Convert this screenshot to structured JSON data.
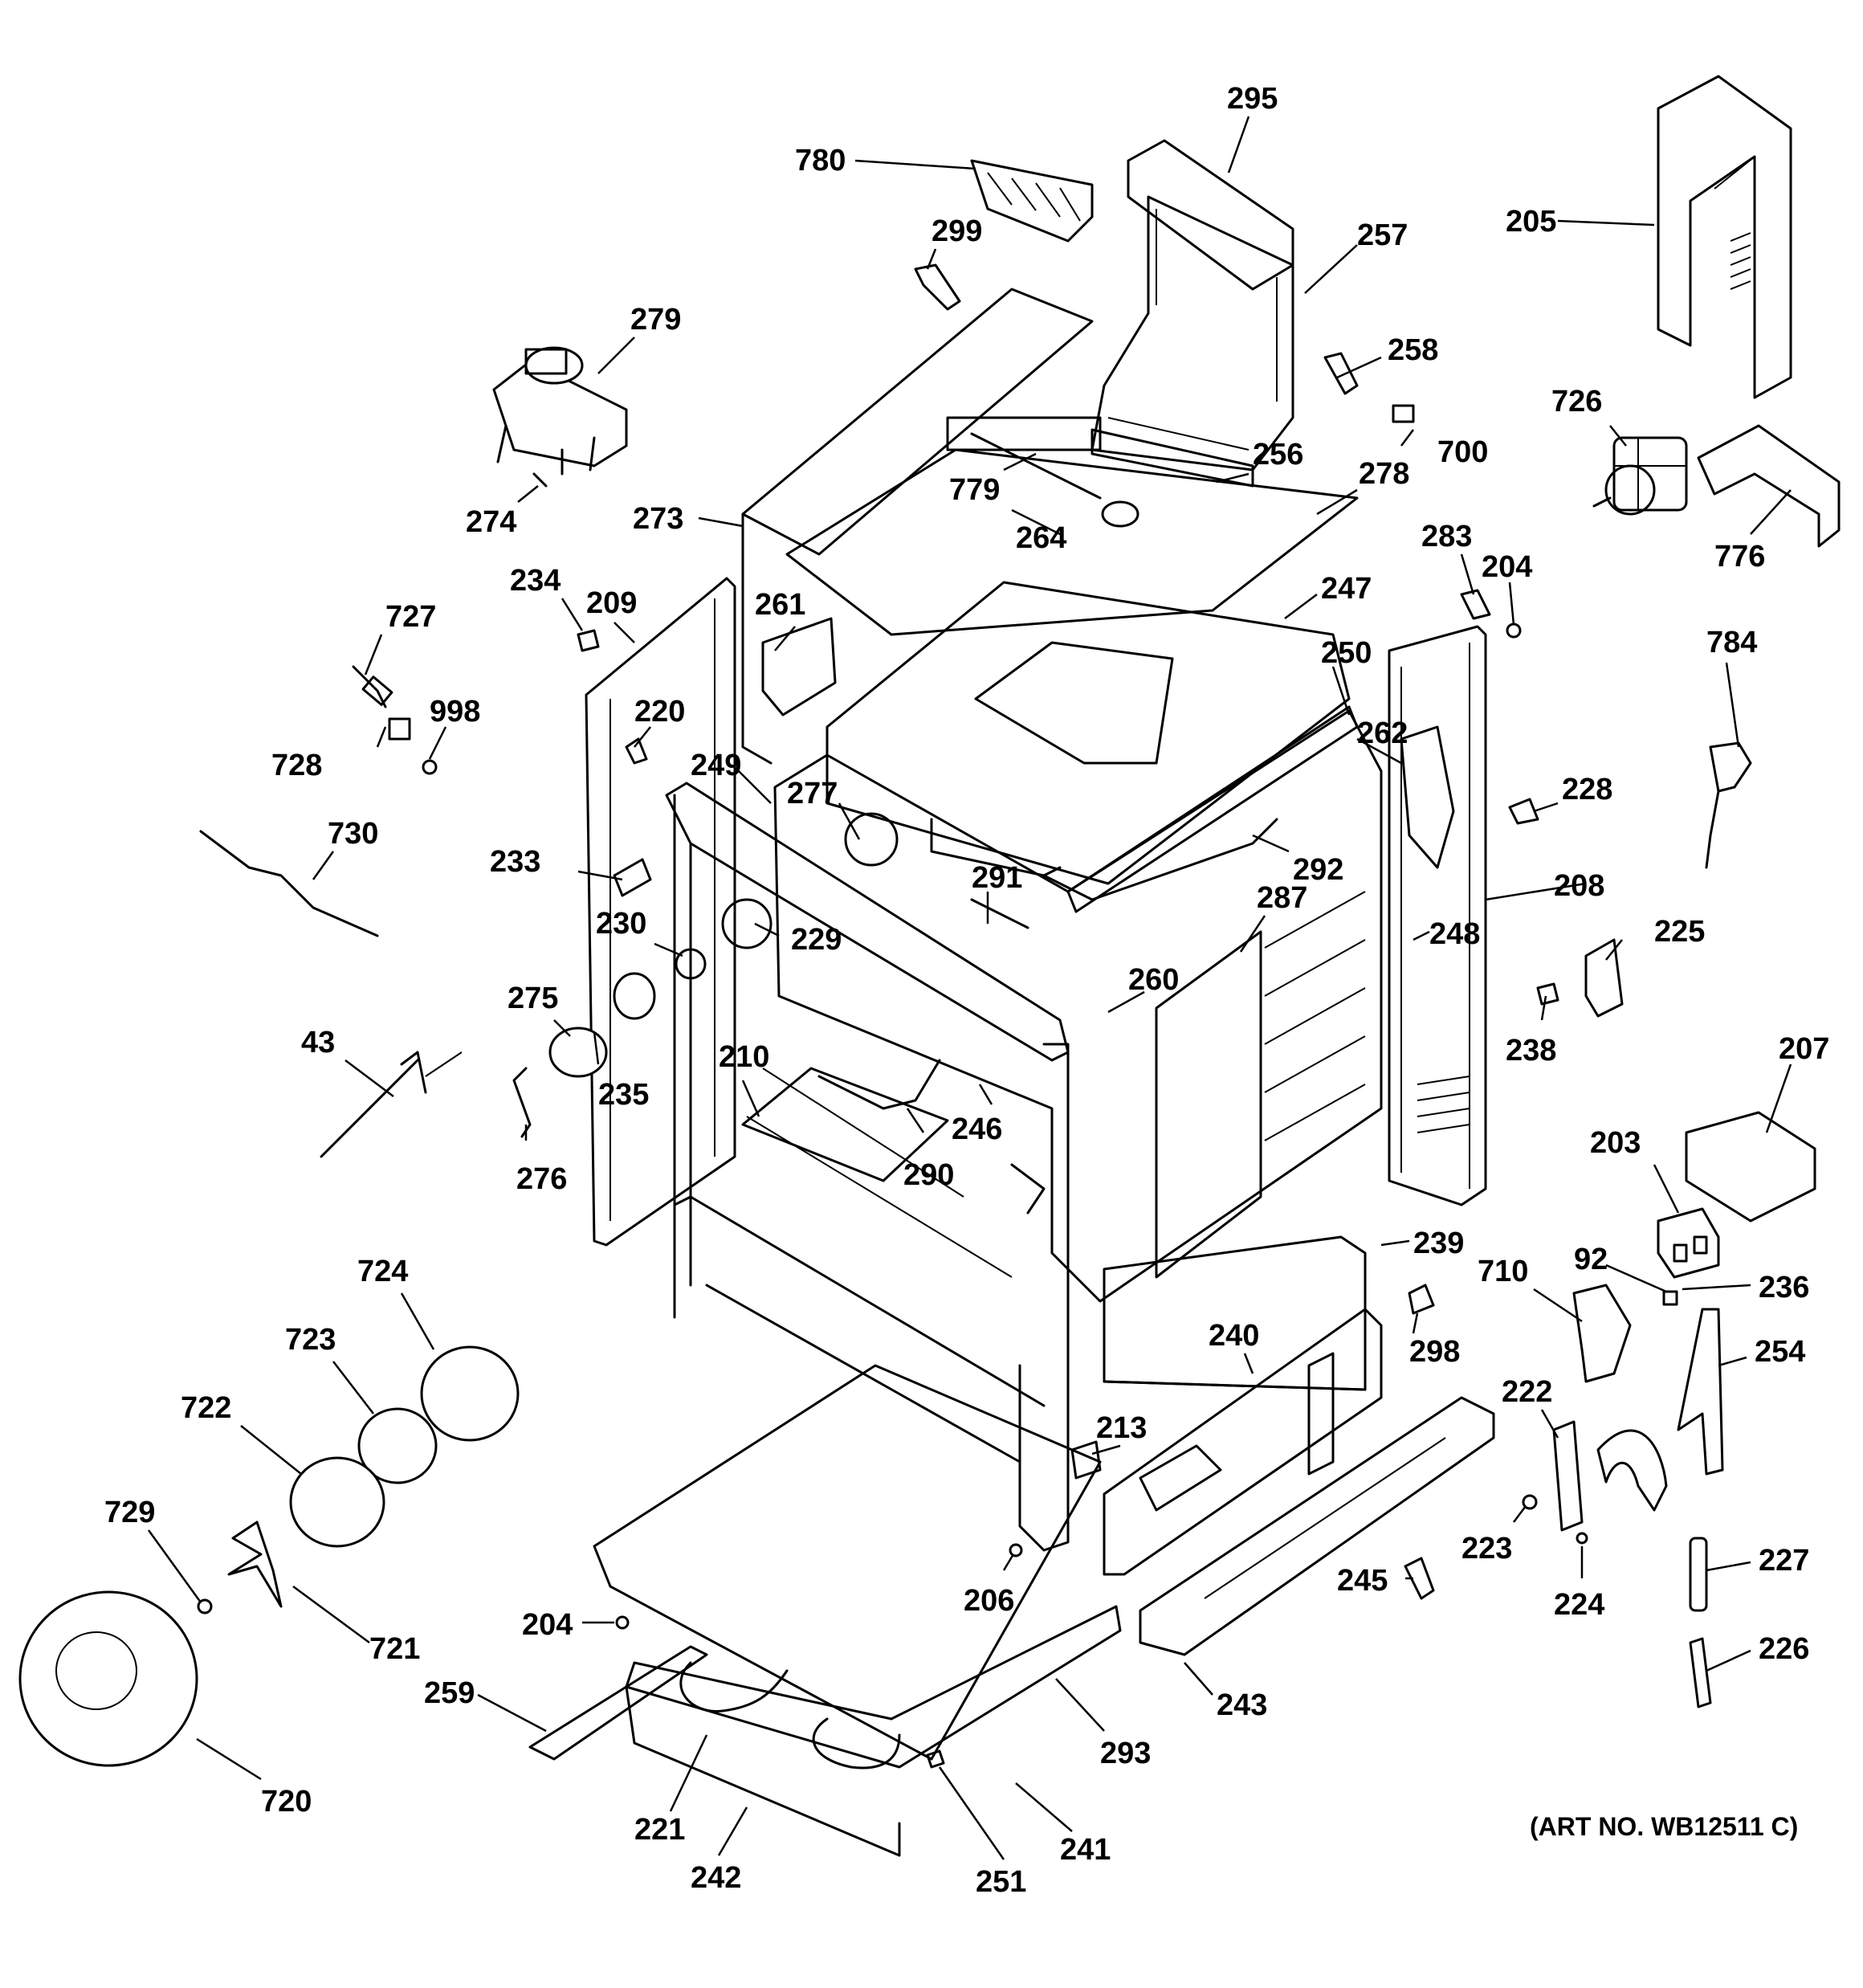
{
  "art_number": "(ART NO. WB12511 C)",
  "callouts": [
    {
      "id": "780",
      "label": "780"
    },
    {
      "id": "295",
      "label": "295"
    },
    {
      "id": "299",
      "label": "299"
    },
    {
      "id": "257",
      "label": "257"
    },
    {
      "id": "205",
      "label": "205"
    },
    {
      "id": "279",
      "label": "279"
    },
    {
      "id": "258",
      "label": "258"
    },
    {
      "id": "700",
      "label": "700"
    },
    {
      "id": "726",
      "label": "726"
    },
    {
      "id": "256",
      "label": "256"
    },
    {
      "id": "278",
      "label": "278"
    },
    {
      "id": "779",
      "label": "779"
    },
    {
      "id": "274",
      "label": "274"
    },
    {
      "id": "273",
      "label": "273"
    },
    {
      "id": "264",
      "label": "264"
    },
    {
      "id": "776",
      "label": "776"
    },
    {
      "id": "283",
      "label": "283"
    },
    {
      "id": "204a",
      "label": "204"
    },
    {
      "id": "234",
      "label": "234"
    },
    {
      "id": "209",
      "label": "209"
    },
    {
      "id": "261",
      "label": "261"
    },
    {
      "id": "247",
      "label": "247"
    },
    {
      "id": "727",
      "label": "727"
    },
    {
      "id": "250",
      "label": "250"
    },
    {
      "id": "784",
      "label": "784"
    },
    {
      "id": "220",
      "label": "220"
    },
    {
      "id": "998",
      "label": "998"
    },
    {
      "id": "262",
      "label": "262"
    },
    {
      "id": "728",
      "label": "728"
    },
    {
      "id": "249",
      "label": "249"
    },
    {
      "id": "228",
      "label": "228"
    },
    {
      "id": "277",
      "label": "277"
    },
    {
      "id": "730",
      "label": "730"
    },
    {
      "id": "233",
      "label": "233"
    },
    {
      "id": "292",
      "label": "292"
    },
    {
      "id": "208",
      "label": "208"
    },
    {
      "id": "291",
      "label": "291"
    },
    {
      "id": "287",
      "label": "287"
    },
    {
      "id": "230",
      "label": "230"
    },
    {
      "id": "225",
      "label": "225"
    },
    {
      "id": "248",
      "label": "248"
    },
    {
      "id": "229",
      "label": "229"
    },
    {
      "id": "275",
      "label": "275"
    },
    {
      "id": "260",
      "label": "260"
    },
    {
      "id": "43",
      "label": "43"
    },
    {
      "id": "238",
      "label": "238"
    },
    {
      "id": "207",
      "label": "207"
    },
    {
      "id": "210",
      "label": "210"
    },
    {
      "id": "235",
      "label": "235"
    },
    {
      "id": "246",
      "label": "246"
    },
    {
      "id": "203",
      "label": "203"
    },
    {
      "id": "290",
      "label": "290"
    },
    {
      "id": "276",
      "label": "276"
    },
    {
      "id": "239",
      "label": "239"
    },
    {
      "id": "92",
      "label": "92"
    },
    {
      "id": "710",
      "label": "710"
    },
    {
      "id": "236",
      "label": "236"
    },
    {
      "id": "724",
      "label": "724"
    },
    {
      "id": "240",
      "label": "240"
    },
    {
      "id": "298",
      "label": "298"
    },
    {
      "id": "254",
      "label": "254"
    },
    {
      "id": "723",
      "label": "723"
    },
    {
      "id": "722",
      "label": "722"
    },
    {
      "id": "222",
      "label": "222"
    },
    {
      "id": "213",
      "label": "213"
    },
    {
      "id": "729",
      "label": "729"
    },
    {
      "id": "223",
      "label": "223"
    },
    {
      "id": "227",
      "label": "227"
    },
    {
      "id": "206",
      "label": "206"
    },
    {
      "id": "245",
      "label": "245"
    },
    {
      "id": "224",
      "label": "224"
    },
    {
      "id": "204b",
      "label": "204"
    },
    {
      "id": "721",
      "label": "721"
    },
    {
      "id": "226",
      "label": "226"
    },
    {
      "id": "259",
      "label": "259"
    },
    {
      "id": "243",
      "label": "243"
    },
    {
      "id": "293",
      "label": "293"
    },
    {
      "id": "720",
      "label": "720"
    },
    {
      "id": "221",
      "label": "221"
    },
    {
      "id": "241",
      "label": "241"
    },
    {
      "id": "242",
      "label": "242"
    },
    {
      "id": "251",
      "label": "251"
    }
  ]
}
